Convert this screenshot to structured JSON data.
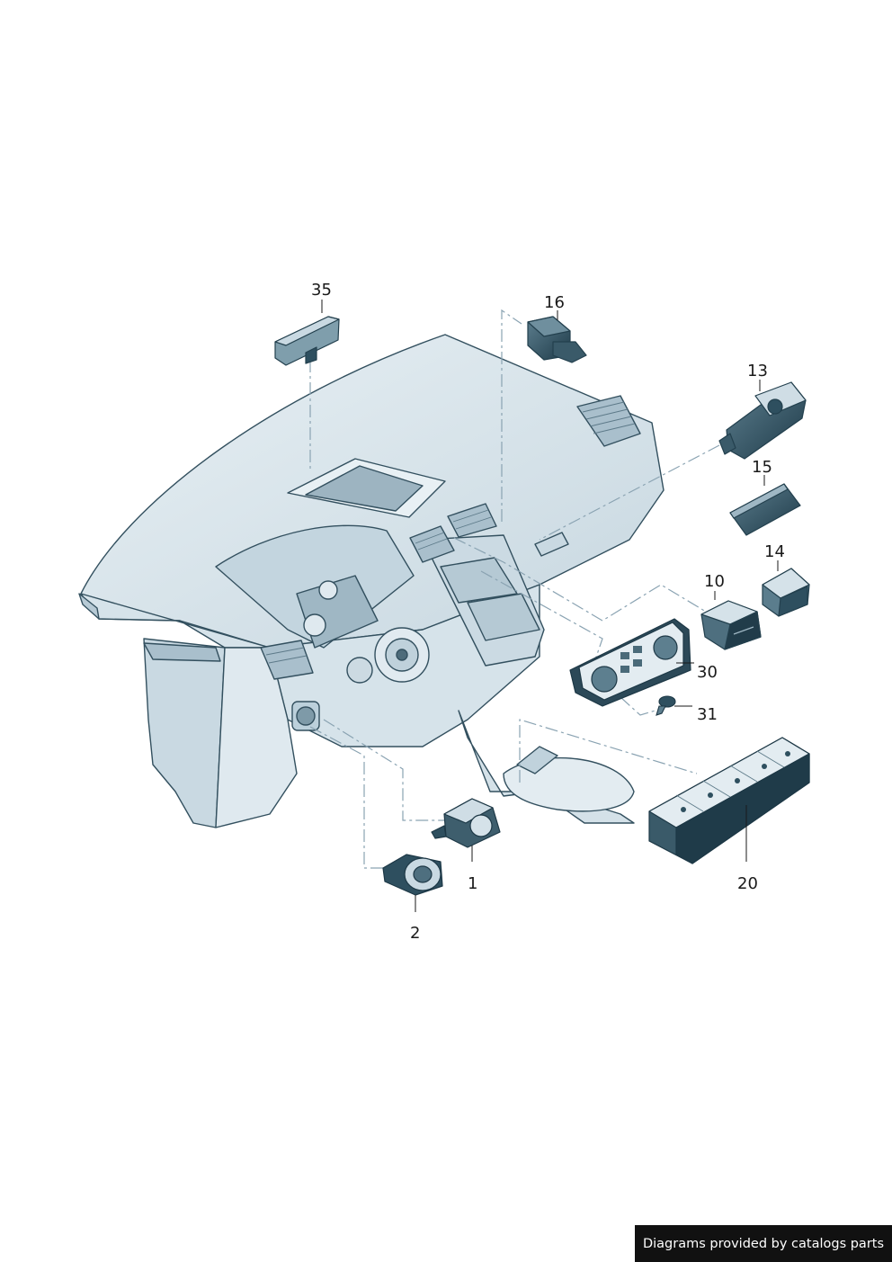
{
  "callouts": {
    "p35": "35",
    "p16": "16",
    "p13": "13",
    "p15": "15",
    "p14": "14",
    "p10": "10",
    "p30": "30",
    "p31": "31",
    "p20": "20",
    "p1": "1",
    "p2": "2"
  },
  "footer": {
    "credit": "Diagrams provided by catalogs parts"
  },
  "colors": {
    "part_fill": "#dfe9ef",
    "part_shade": "#b9ccd7",
    "part_dark": "#2e4f5f",
    "outline": "#33505f",
    "leader_dash": "#8aa3b2"
  }
}
